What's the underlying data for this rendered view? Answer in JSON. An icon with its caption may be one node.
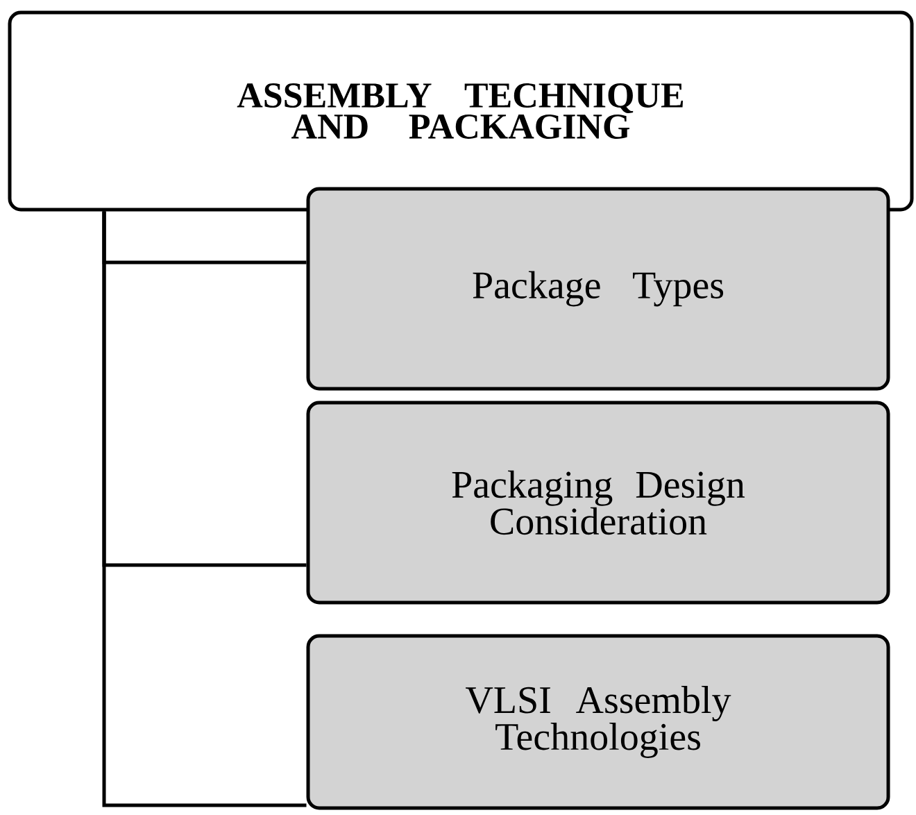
{
  "diagram": {
    "nodes": [
      {
        "text": [
          "ASSEMBLY TECHNIQUE AND PACKAGING"
        ]
      },
      {
        "text": [
          "Package Types"
        ]
      },
      {
        "text": [
          "Packaging Design Consideration"
        ]
      },
      {
        "text": [
          "VLSI Assembly Technologies"
        ]
      }
    ],
    "edges": [
      {
        "from": 0,
        "to": 1,
        "arrow": "none"
      },
      {
        "from": 0,
        "to": 2,
        "arrow": "none"
      },
      {
        "from": 0,
        "to": 3,
        "arrow": "none"
      }
    ]
  }
}
